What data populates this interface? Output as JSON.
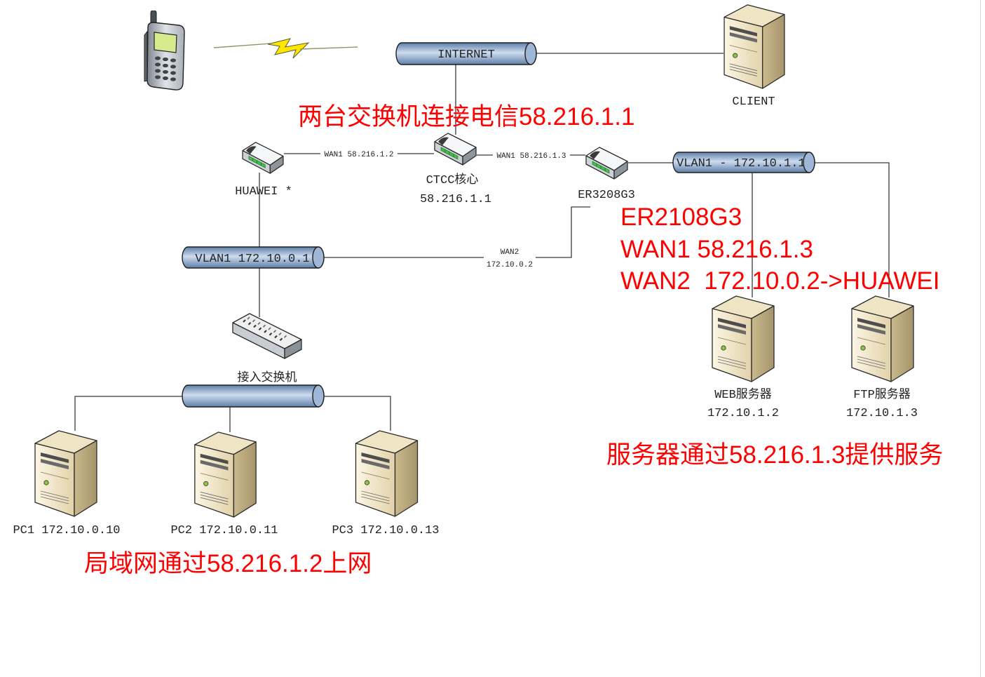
{
  "diagram": {
    "internet": {
      "label": "INTERNET"
    },
    "client": {
      "label": "CLIENT"
    },
    "huawei_router": {
      "label": "HUAWEI *"
    },
    "ctcc_core": {
      "label": "CTCC核心",
      "ip": "58.216.1.1"
    },
    "er_router": {
      "label": "ER3208G3"
    },
    "server_vlan": {
      "label": "VLAN1 - 172.10.1.1"
    },
    "lan_vlan": {
      "label": "VLAN1 172.10.0.1"
    },
    "access_switch": {
      "label": "接入交换机"
    },
    "web_server": {
      "label": "WEB服务器",
      "ip": "172.10.1.2"
    },
    "ftp_server": {
      "label": "FTP服务器",
      "ip": "172.10.1.3"
    },
    "pcs": [
      {
        "label": "PC1 172.10.0.10"
      },
      {
        "label": "PC2 172.10.0.11"
      },
      {
        "label": "PC3 172.10.0.13"
      }
    ]
  },
  "links": {
    "huawei_ctcc": "WAN1 58.216.1.2",
    "ctcc_er": "WAN1 58.216.1.3",
    "lan_er": {
      "port": "WAN2",
      "ip": "172.10.0.2"
    }
  },
  "annotations": {
    "ctcc_note": "两台交换机连接电信58.216.1.1",
    "router_model": "ER2108G3",
    "router_wan1": "WAN1 58.216.1.3",
    "router_wan2": "WAN2  172.10.0.2->HUAWEI",
    "server_note": "服务器通过58.216.1.3提供服务",
    "lan_note": "局域网通过58.216.1.2上网"
  },
  "icons": {
    "phone": "mobile-phone-icon",
    "wireless": "lightning-bolt-icon",
    "server": "server-tower-icon",
    "router": "router-icon",
    "switch": "network-switch-icon",
    "bus": "ethernet-bus-icon"
  },
  "colors": {
    "annotation": "#ff0000",
    "bus_fill": "#9fb7d6",
    "line": "#3a3a3a"
  }
}
